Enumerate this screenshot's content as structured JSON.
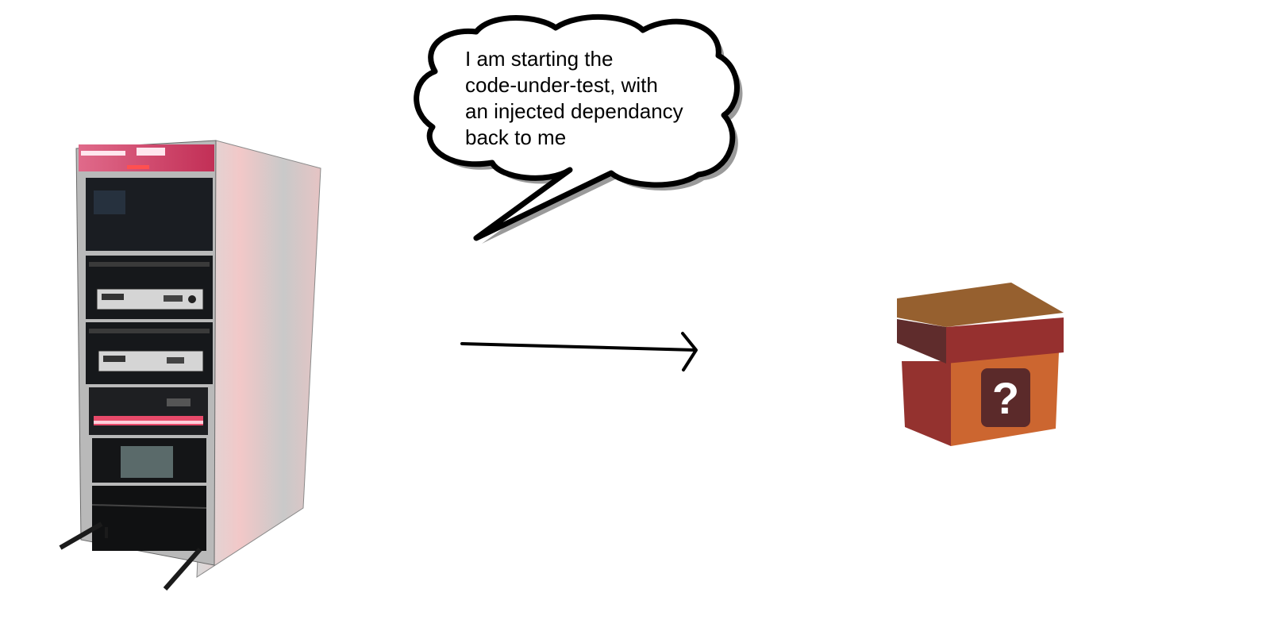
{
  "speech_bubble": {
    "lines": [
      "I am starting the",
      "code-under-test, with",
      "an injected dependancy",
      "back to me"
    ]
  },
  "mystery_box": {
    "glyph": "?",
    "colors": {
      "lid_top": "#96602f",
      "lid_front": "#96302f",
      "lid_side": "#5f2c2c",
      "body_front": "#cc6630",
      "body_side": "#94322f",
      "glyph_bg": "#5b2a2a",
      "glyph_fg": "#ffffff"
    }
  },
  "icons": {
    "computer": "minicomputer-rack-icon",
    "box": "mystery-box-icon",
    "arrow": "right-arrow-icon"
  }
}
